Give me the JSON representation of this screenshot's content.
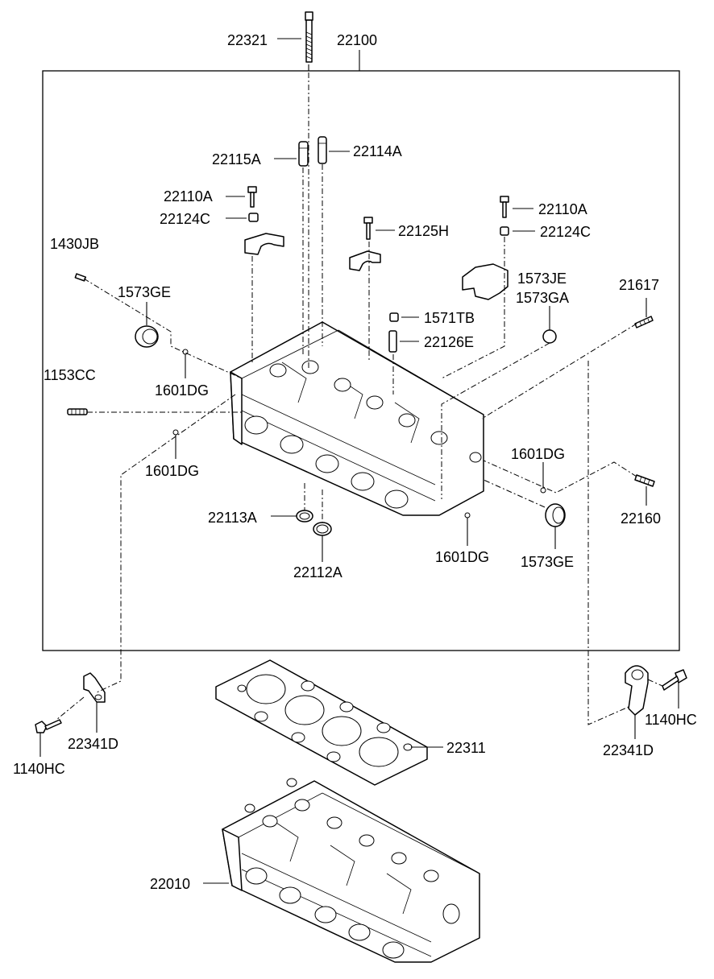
{
  "diagram": {
    "labels": {
      "l22321": "22321",
      "l22100": "22100",
      "l22115A": "22115A",
      "l22114A": "22114A",
      "l22110A_left": "22110A",
      "l22124C_left": "22124C",
      "l22110A_right": "22110A",
      "l22124C_right": "22124C",
      "l22125H": "22125H",
      "l1430JB": "1430JB",
      "l1573GE_top": "1573GE",
      "l1573JE": "1573JE",
      "l1573GA": "1573GA",
      "l21617": "21617",
      "l1571TB": "1571TB",
      "l22126E": "22126E",
      "l1153CC": "1153CC",
      "l1601DG_a": "1601DG",
      "l1601DG_b": "1601DG",
      "l1601DG_c": "1601DG",
      "l1601DG_d": "1601DG",
      "l22160": "22160",
      "l22113A": "22113A",
      "l22112A": "22112A",
      "l1573GE_bottom": "1573GE",
      "l22341D_left": "22341D",
      "l1140HC_left": "1140HC",
      "l22341D_right": "22341D",
      "l1140HC_right": "1140HC",
      "l22311": "22311",
      "l22010": "22010"
    }
  }
}
